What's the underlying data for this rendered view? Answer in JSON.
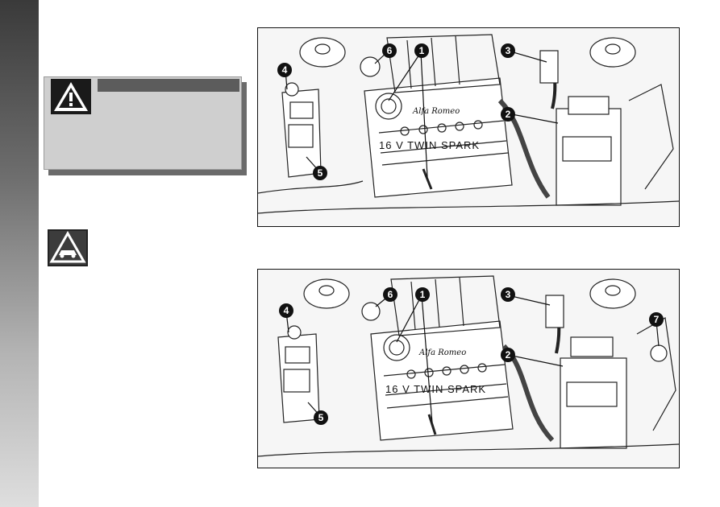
{
  "diagram_top": {
    "engine_label": "16 V TWIN SPARK",
    "brand_label": "Alfa Romeo",
    "callouts": [
      "1",
      "2",
      "3",
      "4",
      "5",
      "6"
    ]
  },
  "diagram_bottom": {
    "engine_label": "16 V TWIN SPARK",
    "brand_label": "Alfa Romeo",
    "callouts": [
      "1",
      "2",
      "3",
      "4",
      "5",
      "6",
      "7"
    ]
  },
  "icons": {
    "warning": "warning-triangle-icon",
    "environment": "environment-car-icon"
  },
  "colors": {
    "sidebar_dark": "#3a3a3a",
    "warning_box": "#cfcfcf",
    "warning_header": "#5c5c5c"
  }
}
